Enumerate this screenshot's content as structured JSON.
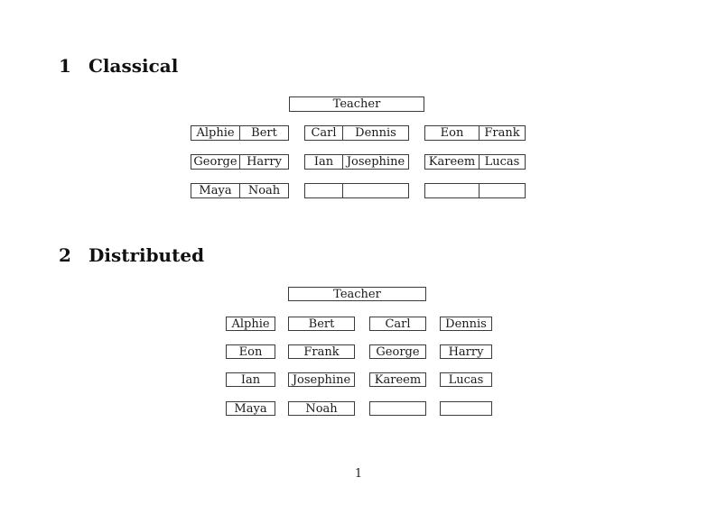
{
  "classical": {
    "heading_number": "1",
    "heading_title": "Classical",
    "teacher_label": "Teacher",
    "desks": [
      [
        "Alphie",
        "Bert"
      ],
      [
        "Carl",
        "Dennis"
      ],
      [
        "Eon",
        "Frank"
      ],
      [
        "George",
        "Harry"
      ],
      [
        "Ian",
        "Josephine"
      ],
      [
        "Kareem",
        "Lucas"
      ],
      [
        "Maya",
        "Noah"
      ],
      [
        "",
        ""
      ],
      [
        "",
        ""
      ]
    ]
  },
  "distributed": {
    "heading_number": "2",
    "heading_title": "Distributed",
    "teacher_label": "Teacher",
    "seats": [
      "Alphie",
      "Bert",
      "Carl",
      "Dennis",
      "Eon",
      "Frank",
      "George",
      "Harry",
      "Ian",
      "Josephine",
      "Kareem",
      "Lucas",
      "Maya",
      "Noah",
      "",
      ""
    ]
  },
  "page": {
    "number": "1",
    "background_color": "#ffffff",
    "border_color": "#3c3c3c"
  }
}
